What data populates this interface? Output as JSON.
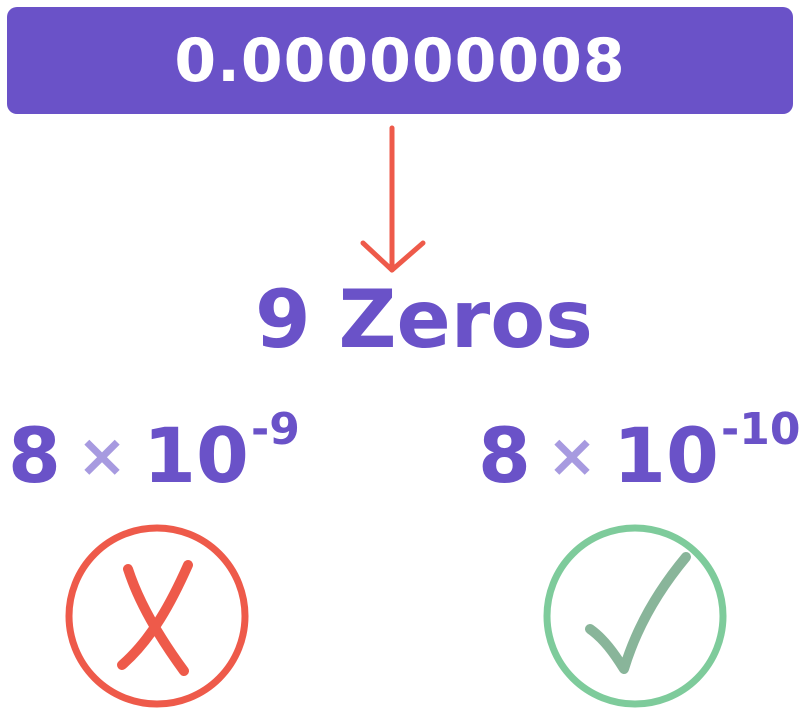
{
  "banner": {
    "number": "0.000000008"
  },
  "count_label": "9 Zeros",
  "options": [
    {
      "coefficient": "8",
      "operator": "×",
      "base": "10",
      "exponent": "-9",
      "mark_icon": "cross-icon",
      "mark_color": "#ee5a4a"
    },
    {
      "coefficient": "8",
      "operator": "×",
      "base": "10",
      "exponent": "-10",
      "mark_icon": "check-icon",
      "mark_color": "#7ecb9b"
    }
  ],
  "colors": {
    "primary": "#6a52c8",
    "operator": "#a79ae0",
    "arrow": "#ee5a4a",
    "wrong": "#ee5a4a",
    "right": "#7ecb9b"
  }
}
